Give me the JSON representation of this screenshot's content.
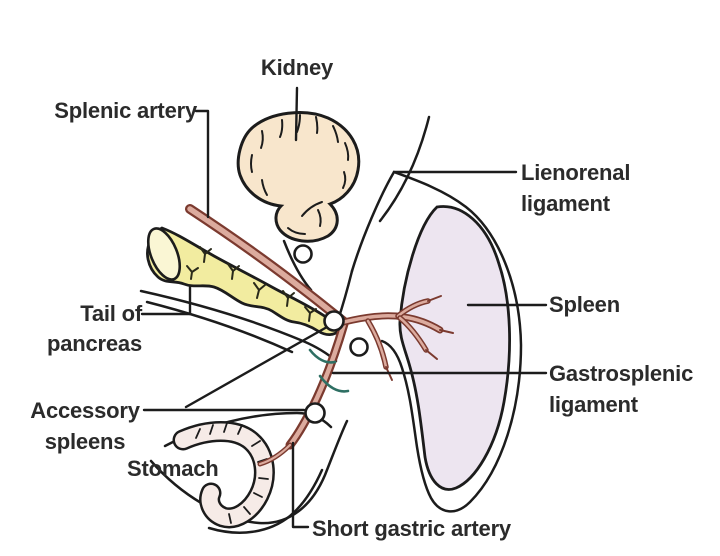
{
  "figure": {
    "title": "Spleen ligaments and splenic vessels diagram",
    "background": "#ffffff"
  },
  "colors": {
    "outline": "#1c1c1c",
    "label_text": "#2b2b2b",
    "kidney": "#f8e6cc",
    "pancreas": "#f2eca0",
    "pancreas_cut": "#faf6d4",
    "spleen": "#ede5f0",
    "stomach": "#f6ebe7",
    "artery_outline": "#7b3a2f",
    "artery_fill": "#dcab9e",
    "ligament_cut_teal": "#2e6f63",
    "accessory_spleen_fill": "#ffffff"
  },
  "labels": {
    "kidney": "Kidney",
    "splenic_artery": "Splenic artery",
    "lienorenal_ligament": "Lienorenal\nligament",
    "spleen": "Spleen",
    "gastrosplenic_ligament": "Gastrosplenic\nligament",
    "tail_of_pancreas": "Tail of\npancreas",
    "accessory_spleens": "Accessory\nspleens",
    "stomach": "Stomach",
    "short_gastric_artery": "Short gastric artery"
  }
}
